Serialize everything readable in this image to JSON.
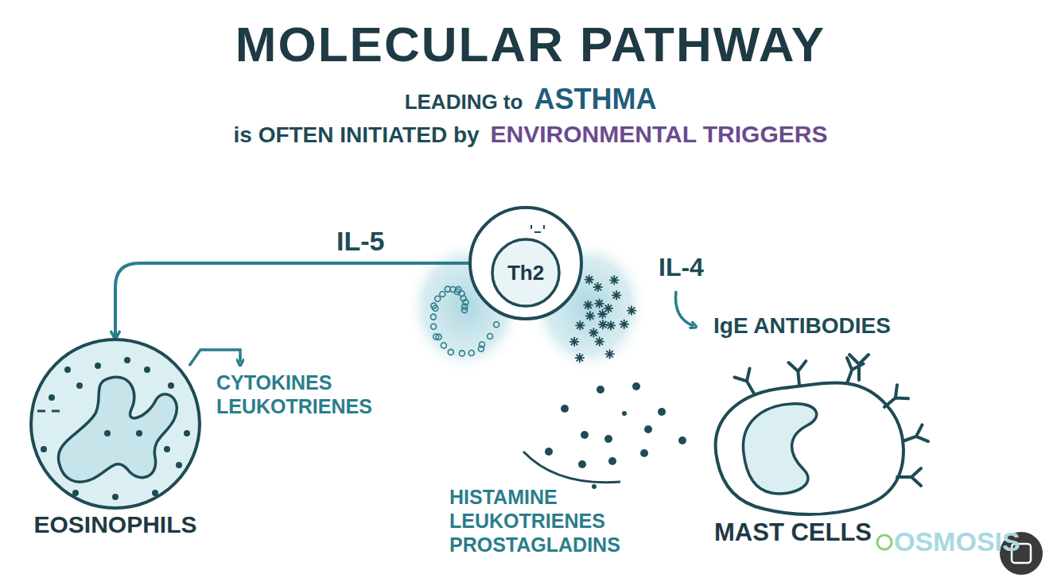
{
  "diagram": {
    "title": "MOLECULAR PATHWAY",
    "nodes": [
      {
        "text": [
          "Th2"
        ]
      },
      {
        "text": [
          "EOSINOPHILS"
        ]
      },
      {
        "text": [
          "MAST CELLS"
        ]
      }
    ],
    "edges": [
      {
        "from": 0,
        "to": 1,
        "arrow": "to",
        "label": "IL-5"
      }
    ],
    "labels": [
      "LEADING to",
      "ASTHMA",
      "is OFTEN INITIATED by",
      "ENVIRONMENTAL TRIGGERS",
      "IL-4",
      "IgE ANTIBODIES",
      "CYTOKINES LEUKOTRIENES",
      "HISTAMINE LEUKOTRIENES PROSTAGLADINS",
      "OSMOSIS"
    ]
  }
}
